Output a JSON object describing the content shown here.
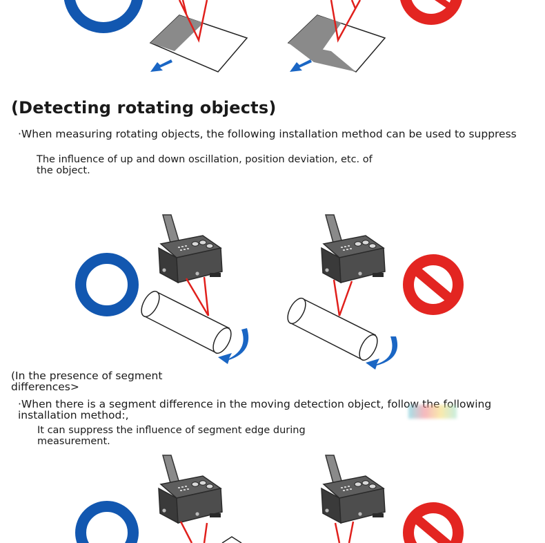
{
  "sections": {
    "rotating": {
      "heading": "(Detecting rotating objects)",
      "bullet": "·When measuring rotating objects, the following installation method can be used to suppress",
      "detail_line1": "The influence of up and down oscillation, position deviation, etc. of",
      "detail_line2": "the object."
    },
    "segment": {
      "heading_line1": "(In the presence of segment",
      "heading_line2": "differences>",
      "bullet_line1": "·When there is a segment difference in the moving detection object, follow the following",
      "bullet_line2": "installation method:,",
      "detail_line1": "It can suppress the influence of segment edge during",
      "detail_line2": "measurement."
    }
  },
  "colors": {
    "correct": "#1257b0",
    "incorrect": "#e32521",
    "laser": "#e0201c",
    "sensor_body": "#4d4d4d",
    "arrow": "#1a66c4"
  },
  "icons": [
    "correct-circle-icon",
    "prohibited-icon",
    "laser-sensor-icon",
    "rotation-arrow-icon",
    "motion-arrow-icon"
  ]
}
